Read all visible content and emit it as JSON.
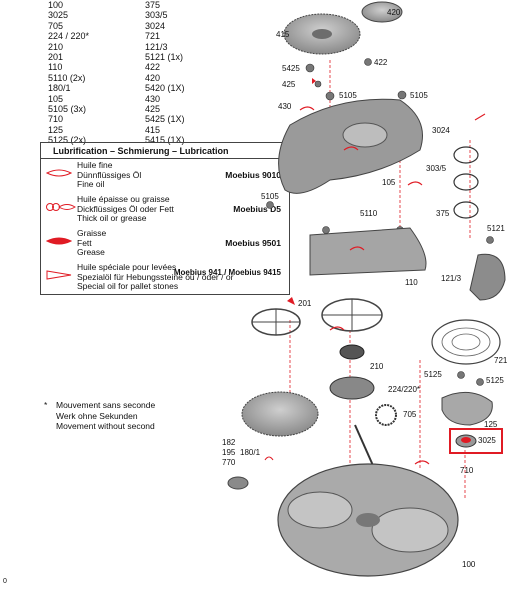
{
  "parts_table": [
    [
      "100",
      "375"
    ],
    [
      "3025",
      "303/5"
    ],
    [
      "705",
      "3024"
    ],
    [
      "224 / 220*",
      "721"
    ],
    [
      "210",
      "121/3"
    ],
    [
      "201",
      "5121 (1x)"
    ],
    [
      "110",
      "422"
    ],
    [
      "5110 (2x)",
      "420"
    ],
    [
      "180/1",
      "5420 (1X)"
    ],
    [
      "105",
      "430"
    ],
    [
      "5105 (3x)",
      "425"
    ],
    [
      "710",
      "5425 (1X)"
    ],
    [
      "125",
      "415"
    ],
    [
      "5125 (2x)",
      "5415 (1X)"
    ]
  ],
  "lubrication": {
    "title": "Lubrification – Schmierung – Lubrication",
    "entries": [
      {
        "lines": [
          "Huile fine",
          "Dünnflüssiges Öl",
          "Fine oil"
        ],
        "brand": "Moebius 9010",
        "icon": "thin-oil-drop-icon"
      },
      {
        "lines": [
          "Huile épaisse ou graisse",
          "Dickflüssiges Öl oder Fett",
          "Thick oil or grease"
        ],
        "brand": "Moebius D5",
        "icon": "thick-oil-drop-icon"
      },
      {
        "lines": [
          "Graisse",
          "Fett",
          "Grease"
        ],
        "brand": "Moebius 9501",
        "icon": "grease-drop-icon"
      },
      {
        "lines": [
          "Huile spéciale pour levées",
          "Spezialöl für Hebungssteine ou / oder / or",
          "Special oil for pallet stones"
        ],
        "brand": "Moebius 941 / Moebius 9415",
        "icon": "special-oil-drop-icon"
      }
    ]
  },
  "footnote": {
    "star": "*",
    "lines": [
      "Mouvement sans seconde",
      "Werk ohne Sekunden",
      "Movement without second"
    ]
  },
  "part_labels": [
    {
      "id": "420",
      "text": "420"
    },
    {
      "id": "415",
      "text": "415"
    },
    {
      "id": "422",
      "text": "422"
    },
    {
      "id": "5425",
      "text": "5425"
    },
    {
      "id": "425",
      "text": "425"
    },
    {
      "id": "5105a",
      "text": "5105"
    },
    {
      "id": "5105b",
      "text": "5105"
    },
    {
      "id": "430",
      "text": "430"
    },
    {
      "id": "3024",
      "text": "3024"
    },
    {
      "id": "303_5",
      "text": "303/5"
    },
    {
      "id": "105",
      "text": "105"
    },
    {
      "id": "5105c",
      "text": "5105"
    },
    {
      "id": "5110",
      "text": "5110"
    },
    {
      "id": "375",
      "text": "375"
    },
    {
      "id": "5121",
      "text": "5121"
    },
    {
      "id": "121_3",
      "text": "121/3"
    },
    {
      "id": "110",
      "text": "110"
    },
    {
      "id": "201",
      "text": "201"
    },
    {
      "id": "721",
      "text": "721"
    },
    {
      "id": "210",
      "text": "210"
    },
    {
      "id": "5125a",
      "text": "5125"
    },
    {
      "id": "5125b",
      "text": "5125"
    },
    {
      "id": "224_220",
      "text": "224/220*"
    },
    {
      "id": "705",
      "text": "705"
    },
    {
      "id": "125",
      "text": "125"
    },
    {
      "id": "3025",
      "text": "3025"
    },
    {
      "id": "182",
      "text": "182"
    },
    {
      "id": "195",
      "text": "195"
    },
    {
      "id": "770",
      "text": "770"
    },
    {
      "id": "180_1",
      "text": "180/1"
    },
    {
      "id": "710",
      "text": "710"
    },
    {
      "id": "100",
      "text": "100"
    }
  ],
  "side_mark": "0",
  "colors": {
    "accent_red": "#e01b24",
    "part_gray": "#9a9a9a",
    "part_dark": "#555555"
  }
}
